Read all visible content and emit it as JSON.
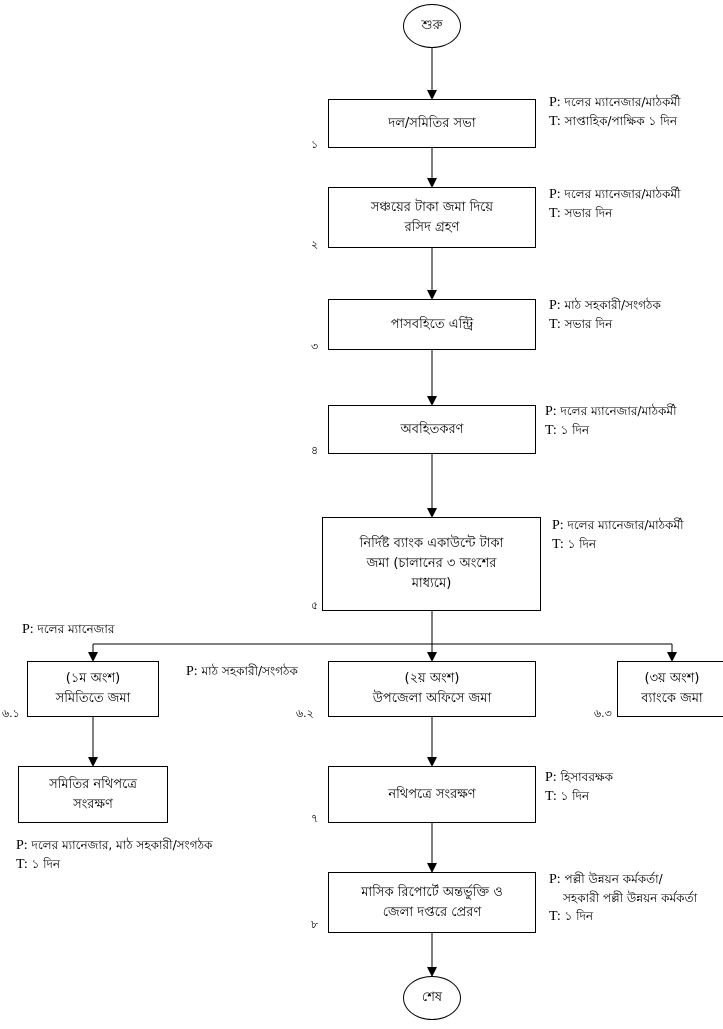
{
  "start": "শুরু",
  "end": "শেষ",
  "steps": [
    {
      "num": "১",
      "lines": [
        "দল/সমিতির সভা"
      ],
      "p": "দলের ম্যানেজার/মাঠকর্মী",
      "t": "সাপ্তাহিক/পাক্ষিক ১ দিন"
    },
    {
      "num": "২",
      "lines": [
        "সঞ্চয়ের টাকা জমা দিয়ে",
        "রসিদ গ্রহণ"
      ],
      "p": "দলের ম্যানেজার/মাঠকর্মী",
      "t": "সভার দিন"
    },
    {
      "num": "৩",
      "lines": [
        "পাসবহিতে এন্ট্রি"
      ],
      "p": "মাঠ সহকারী/সংগঠক",
      "t": "সভার দিন"
    },
    {
      "num": "৪",
      "lines": [
        "অবহিতকরণ"
      ],
      "p": "দলের ম্যানেজার/মাঠকর্মী",
      "t": "১ দিন"
    },
    {
      "num": "৫",
      "lines": [
        "নির্দিষ্ট ব্যাংক একাউন্টে টাকা",
        "জমা (চালানের ৩ অংশের",
        "মাধ্যমে)"
      ],
      "p": "দলের ম্যানেজার/মাঠকর্মী",
      "t": "১ দিন"
    }
  ],
  "branches": [
    {
      "num": "৬.১",
      "lines": [
        "(১ম অংশ)",
        "সমিতিতে জমা"
      ],
      "p": "দলের ম্যানেজার"
    },
    {
      "num": "৬.২",
      "lines": [
        "(২য় অংশ)",
        "উপজেলা অফিসে জমা"
      ],
      "p": "মাঠ সহকারী/সংগঠক"
    },
    {
      "num": "৬.৩",
      "lines": [
        "(৩য় অংশ)",
        "ব্যাংকে জমা"
      ]
    }
  ],
  "left_record": {
    "lines": [
      "সমিতির নথিপত্রে",
      "সংরক্ষণ"
    ],
    "p": "দলের ম্যানেজার, মাঠ সহকারী/সংগঠক",
    "t": "১ দিন"
  },
  "step7": {
    "num": "৭",
    "lines": [
      "নথিপত্রে সংরক্ষণ"
    ],
    "p": "হিসাবরক্ষক",
    "t": "১ দিন"
  },
  "step8": {
    "num": "৮",
    "lines": [
      "মাসিক রিপোর্টে অন্তর্ভুক্তি ও",
      "জেলা দপ্তরে প্রেরণ"
    ],
    "p": "পল্লী উন্নয়ন কর্মকর্তা/",
    "p2": "সহকারী পল্লী উন্নয়ন কর্মকর্তা",
    "t": "১ দিন"
  },
  "labels": {
    "p": "P:",
    "t": "T:"
  }
}
